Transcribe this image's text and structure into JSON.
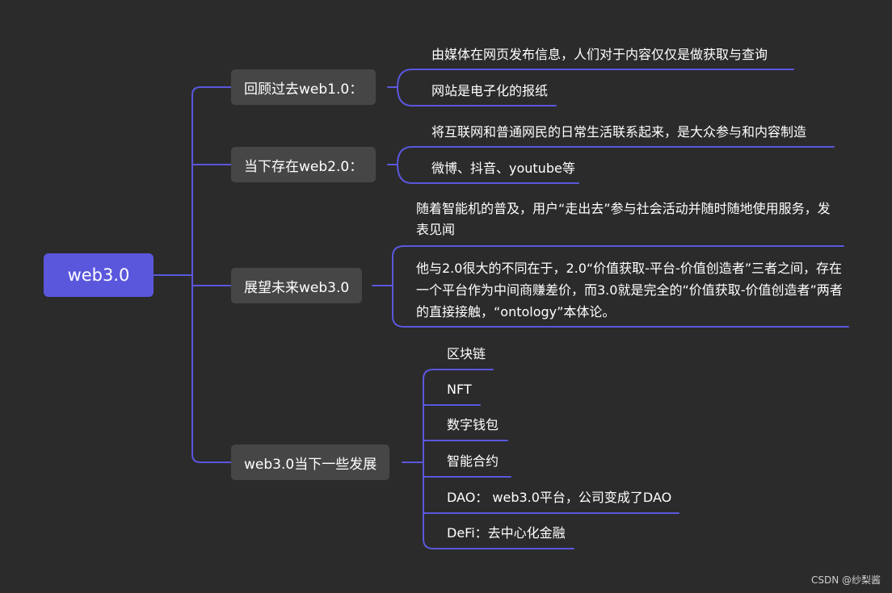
{
  "root": {
    "label": "web3.0"
  },
  "branches": [
    {
      "label": "回顾过去web1.0：",
      "leaves": [
        "由媒体在网页发布信息，人们对于内容仅仅是做获取与查询",
        "网站是电子化的报纸"
      ]
    },
    {
      "label": "当下存在web2.0：",
      "leaves": [
        "将互联网和普通网民的日常生活联系起来，是大众参与和内容制造",
        "微博、抖音、youtube等"
      ]
    },
    {
      "label": "展望未来web3.0",
      "leaves": [
        "随着智能机的普及，用户“走出去”参与社会活动并随时随地使用服务，发表见闻",
        "他与2.0很大的不同在于，2.0“价值获取-平台-价值创造者”三者之间，存在一个平台作为中间商赚差价，而3.0就是完全的“价值获取-价值创造者”两者的直接接触，“ontology”本体论。"
      ]
    },
    {
      "label": "web3.0当下一些发展",
      "leaves": [
        "区块链",
        "NFT",
        "数字钱包",
        "智能合约",
        "DAO： web3.0平台，公司变成了DAO",
        "DeFi：去中心化金融"
      ]
    }
  ],
  "watermark": "CSDN @纱梨酱",
  "colors": {
    "background": "#2b2b2b",
    "root": "#5b57dd",
    "branch": "#464646",
    "line": "#5b57dd"
  }
}
